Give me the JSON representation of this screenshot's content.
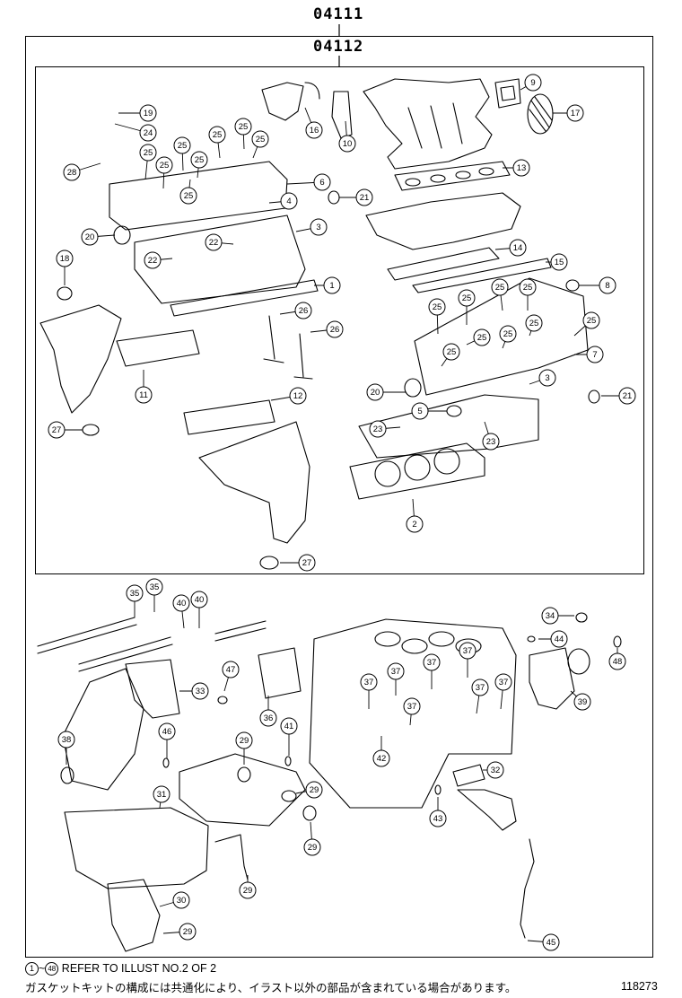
{
  "header": {
    "assembly_code": "04111",
    "kit_code": "04112"
  },
  "footer": {
    "refer_range_start": "1",
    "refer_range_end": "48",
    "refer_text": "REFER TO ILLUST NO.2 OF 2",
    "japanese_note": "ガスケットキットの構成には共通化により、イラスト以外の部品が含まれている場合があります。",
    "figure_number": "118273"
  },
  "callouts": [
    {
      "n": "19"
    },
    {
      "n": "24"
    },
    {
      "n": "28"
    },
    {
      "n": "25"
    },
    {
      "n": "25"
    },
    {
      "n": "25"
    },
    {
      "n": "25"
    },
    {
      "n": "25"
    },
    {
      "n": "25"
    },
    {
      "n": "25"
    },
    {
      "n": "25"
    },
    {
      "n": "16"
    },
    {
      "n": "10"
    },
    {
      "n": "9"
    },
    {
      "n": "17"
    },
    {
      "n": "13"
    },
    {
      "n": "6"
    },
    {
      "n": "4"
    },
    {
      "n": "21"
    },
    {
      "n": "3"
    },
    {
      "n": "20"
    },
    {
      "n": "22"
    },
    {
      "n": "22"
    },
    {
      "n": "14"
    },
    {
      "n": "15"
    },
    {
      "n": "8"
    },
    {
      "n": "18"
    },
    {
      "n": "1"
    },
    {
      "n": "26"
    },
    {
      "n": "26"
    },
    {
      "n": "25"
    },
    {
      "n": "25"
    },
    {
      "n": "25"
    },
    {
      "n": "25"
    },
    {
      "n": "25"
    },
    {
      "n": "25"
    },
    {
      "n": "25"
    },
    {
      "n": "25"
    },
    {
      "n": "25"
    },
    {
      "n": "7"
    },
    {
      "n": "11"
    },
    {
      "n": "3"
    },
    {
      "n": "20"
    },
    {
      "n": "21"
    },
    {
      "n": "12"
    },
    {
      "n": "5"
    },
    {
      "n": "27"
    },
    {
      "n": "23"
    },
    {
      "n": "23"
    },
    {
      "n": "2"
    },
    {
      "n": "27"
    },
    {
      "n": "35"
    },
    {
      "n": "35"
    },
    {
      "n": "40"
    },
    {
      "n": "40"
    },
    {
      "n": "34"
    },
    {
      "n": "44"
    },
    {
      "n": "48"
    },
    {
      "n": "47"
    },
    {
      "n": "33"
    },
    {
      "n": "37"
    },
    {
      "n": "37"
    },
    {
      "n": "37"
    },
    {
      "n": "37"
    },
    {
      "n": "37"
    },
    {
      "n": "37"
    },
    {
      "n": "37"
    },
    {
      "n": "39"
    },
    {
      "n": "38"
    },
    {
      "n": "46"
    },
    {
      "n": "36"
    },
    {
      "n": "41"
    },
    {
      "n": "29"
    },
    {
      "n": "42"
    },
    {
      "n": "32"
    },
    {
      "n": "31"
    },
    {
      "n": "29"
    },
    {
      "n": "43"
    },
    {
      "n": "29"
    },
    {
      "n": "29"
    },
    {
      "n": "30"
    },
    {
      "n": "29"
    },
    {
      "n": "45"
    }
  ]
}
